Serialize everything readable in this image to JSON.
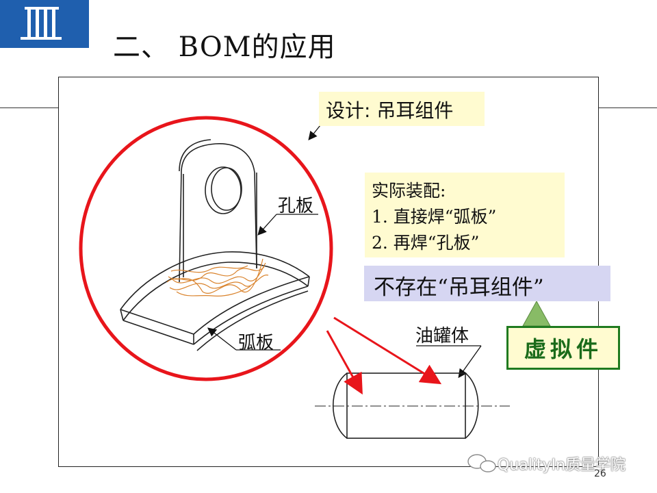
{
  "slide": {
    "title": "二、 BOM的应用",
    "page_number": "26"
  },
  "labels": {
    "design": "设计: 吊耳组件",
    "kongban": "孔板",
    "huban": "弧板",
    "tank": "油罐体"
  },
  "assembly_note": {
    "heading": "实际装配:",
    "step1": "1.  直接焊“弧板”",
    "step2": "2.  再焊“孔板”"
  },
  "not_exist": "不存在“吊耳组件”",
  "virtual_part": "虚拟件",
  "watermark": "QualityIn质量学院",
  "colors": {
    "logo_blue": "#1f5fae",
    "circle_red": "#e8151b",
    "arrow_red": "#e8151b",
    "note_yellow": "#fffbd0",
    "note_lavender": "#d6d6f2",
    "virtual_green": "#1f7a1f",
    "triangle_green": "#88bb66",
    "weld_orange": "#d9822b"
  }
}
